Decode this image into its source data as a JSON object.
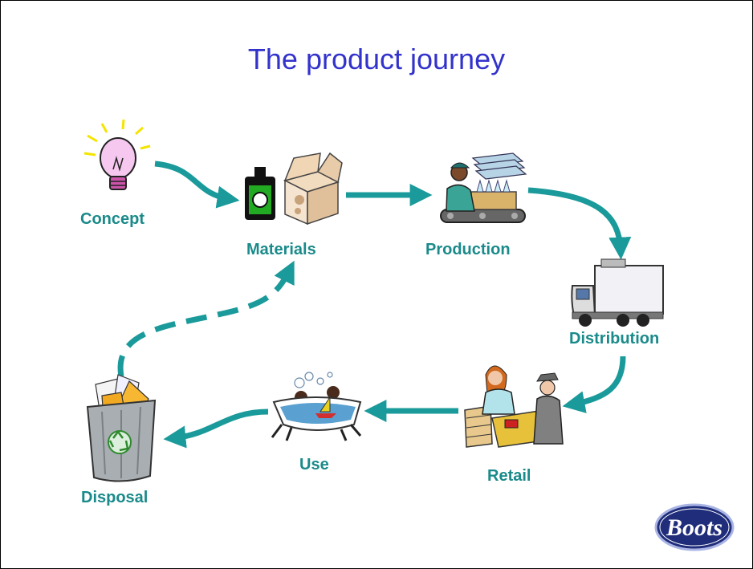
{
  "title": "The product journey",
  "stages": {
    "concept": "Concept",
    "materials": "Materials",
    "production": "Production",
    "distribution": "Distribution",
    "retail": "Retail",
    "use": "Use",
    "disposal": "Disposal"
  },
  "logo": {
    "text": "Boots"
  },
  "colors": {
    "title": "#3333cc",
    "label": "#1a8a8a",
    "arrow": "#1a9a9a"
  }
}
